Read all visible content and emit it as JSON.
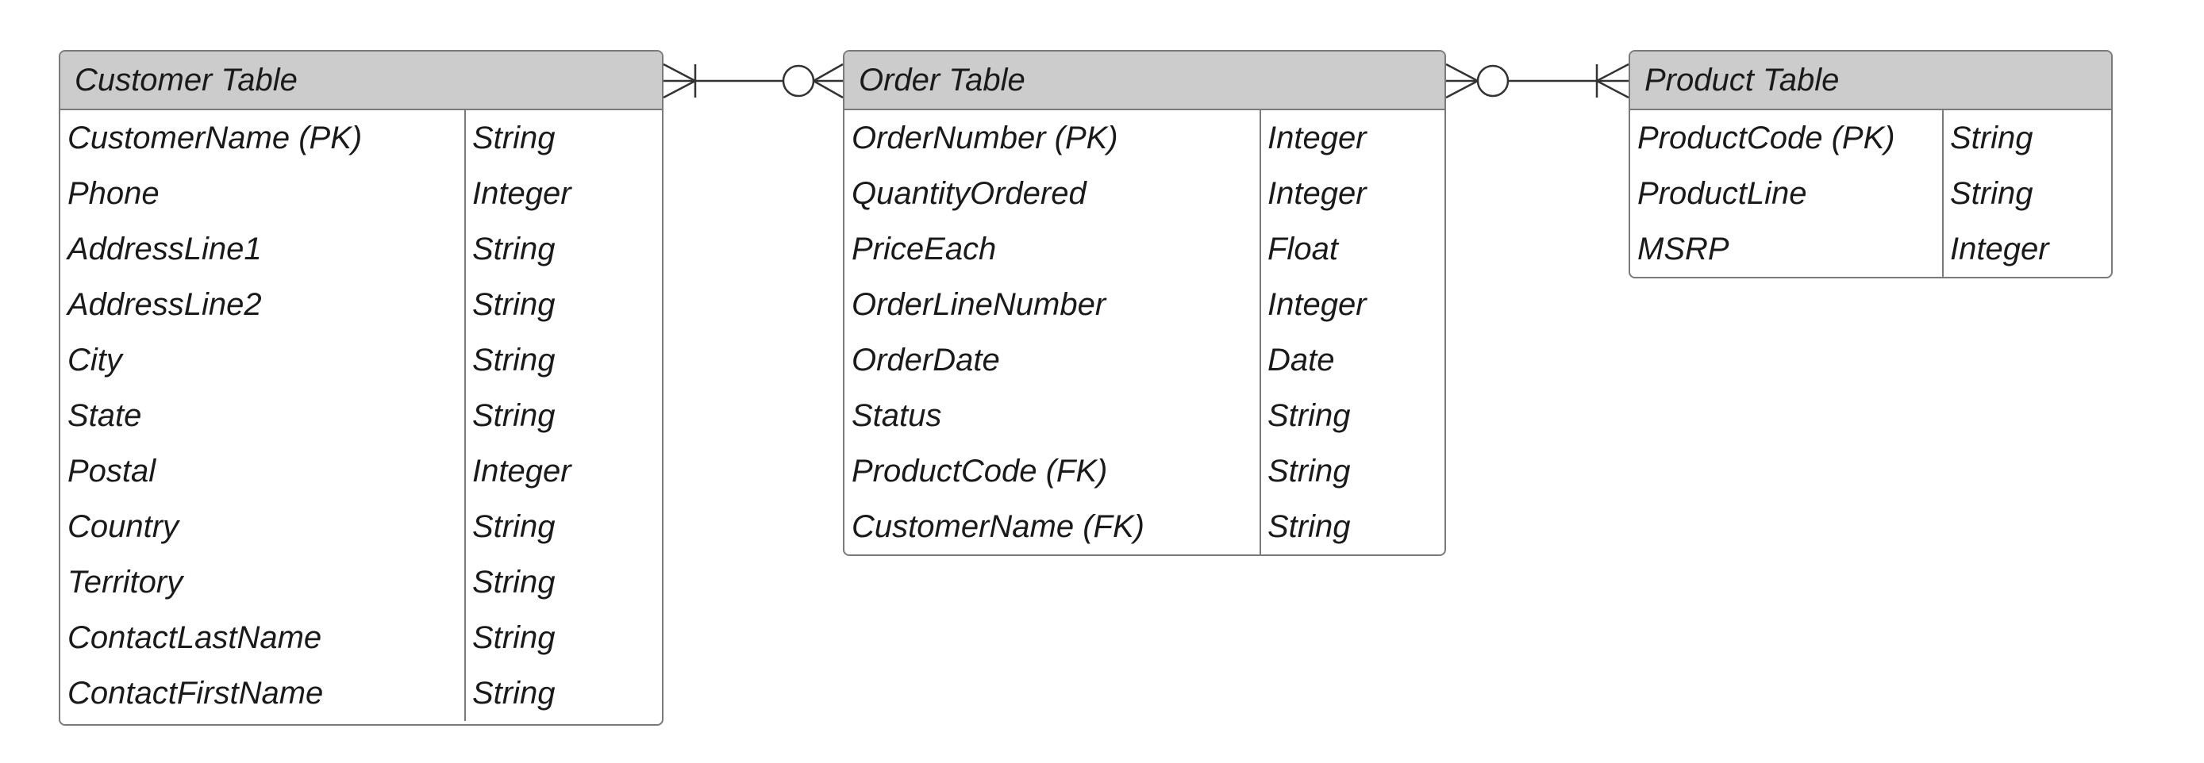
{
  "entities": [
    {
      "title": "Customer Table",
      "fields": [
        {
          "name": "CustomerName (PK)",
          "type": "String"
        },
        {
          "name": "Phone",
          "type": "Integer"
        },
        {
          "name": "AddressLine1",
          "type": "String"
        },
        {
          "name": "AddressLine2",
          "type": "String"
        },
        {
          "name": "City",
          "type": "String"
        },
        {
          "name": "State",
          "type": "String"
        },
        {
          "name": "Postal",
          "type": "Integer"
        },
        {
          "name": "Country",
          "type": "String"
        },
        {
          "name": "Territory",
          "type": "String"
        },
        {
          "name": "ContactLastName",
          "type": "String"
        },
        {
          "name": "ContactFirstName",
          "type": "String"
        }
      ]
    },
    {
      "title": "Order Table",
      "fields": [
        {
          "name": "OrderNumber (PK)",
          "type": "Integer"
        },
        {
          "name": "QuantityOrdered",
          "type": "Integer"
        },
        {
          "name": "PriceEach",
          "type": "Float"
        },
        {
          "name": "OrderLineNumber",
          "type": "Integer"
        },
        {
          "name": "OrderDate",
          "type": "Date"
        },
        {
          "name": "Status",
          "type": "String"
        },
        {
          "name": "ProductCode (FK)",
          "type": "String"
        },
        {
          "name": "CustomerName (FK)",
          "type": "String"
        }
      ]
    },
    {
      "title": "Product Table",
      "fields": [
        {
          "name": "ProductCode (PK)",
          "type": "String"
        },
        {
          "name": "ProductLine",
          "type": "String"
        },
        {
          "name": "MSRP",
          "type": "Integer"
        }
      ]
    }
  ],
  "relationships": [
    {
      "from": "Customer Table",
      "from_cardinality": "one-or-many",
      "to": "Order Table",
      "to_cardinality": "zero-or-many"
    },
    {
      "from": "Order Table",
      "from_cardinality": "zero-or-many",
      "to": "Product Table",
      "to_cardinality": "one-or-many"
    }
  ],
  "colors": {
    "header_fill": "#cccccc",
    "border": "#7a7a7a",
    "connector": "#333333",
    "text": "#1a1a1a"
  }
}
